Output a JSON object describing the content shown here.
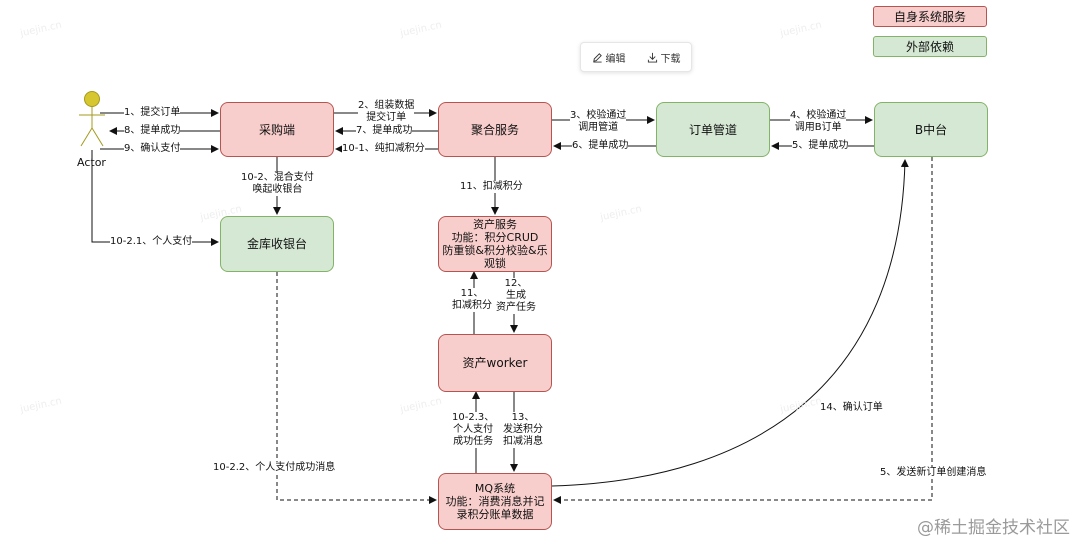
{
  "toolbar": {
    "edit_label": "编辑",
    "download_label": "下载",
    "edit_icon": "pencil-icon",
    "download_icon": "download-icon"
  },
  "legend": {
    "own_service": "自身系统服务",
    "external": "外部依赖"
  },
  "colors": {
    "own_fill": "#f8cecc",
    "own_stroke": "#b85450",
    "external_fill": "#d5e8d4",
    "external_stroke": "#82b366",
    "actor_fill": "#d6c630"
  },
  "actor": {
    "label": "Actor"
  },
  "nodes": {
    "purchase": "采购端",
    "aggregate": "聚合服务",
    "order_pipeline": "订单管道",
    "b_platform": "B中台",
    "cashier": "金库收银台",
    "asset_service": "资产服务\n功能：积分CRUD\n防重锁&积分校验&乐\n观锁",
    "asset_worker": "资产worker",
    "mq": "MQ系统\n功能：消费消息并记\n录积分账单数据"
  },
  "edges": {
    "e1": "1、提交订单",
    "e8": "8、提单成功",
    "e9": "9、确认支付",
    "e2": "2、组装数据\n提交订单",
    "e7": "7、提单成功",
    "e10_1": "10-1、纯扣减积分",
    "e3": "3、校验通过\n调用管道",
    "e6": "6、提单成功",
    "e4": "4、校验通过\n调用B订单",
    "e5": "5、提单成功",
    "e10_2": "10-2、混合支付\n唤起收银台",
    "e11": "11、扣减积分",
    "e10_2_1": "10-2.1、个人支付",
    "e11b": "11、\n扣减积分",
    "e12": "12、\n生成\n资产任务",
    "e10_2_3": "10-2.3、\n个人支付\n成功任务",
    "e13": "13、\n发送积分\n扣减消息",
    "e14": "14、确认订单",
    "e10_2_2": "10-2.2、个人支付成功消息",
    "e5b": "5、发送新订单创建消息"
  },
  "watermark": "@稀土掘金技术社区"
}
